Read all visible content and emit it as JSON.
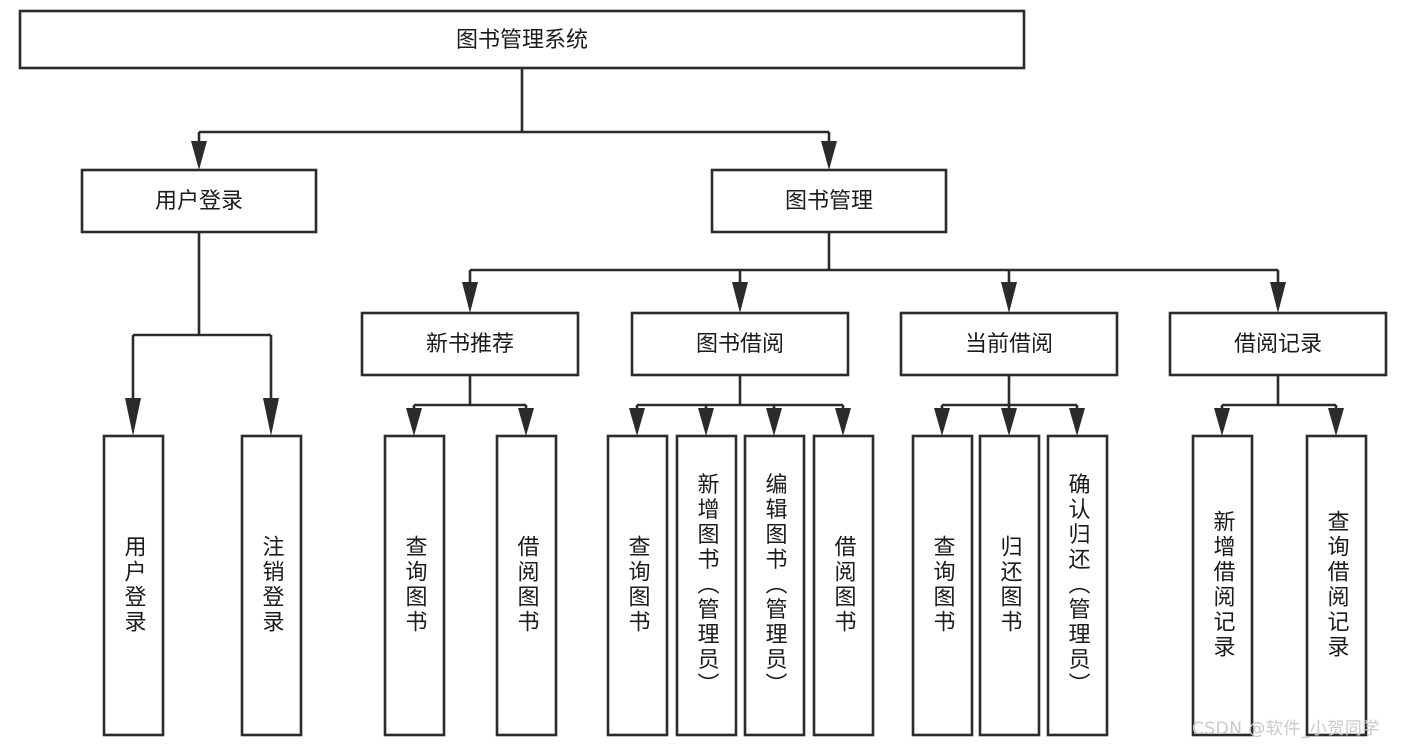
{
  "diagram": {
    "title": "图书管理系统",
    "type": "tree-hierarchy-chart",
    "root": {
      "label": "图书管理系统"
    },
    "level2": [
      {
        "label": "用户登录"
      },
      {
        "label": "图书管理"
      }
    ],
    "level3": [
      {
        "label": "新书推荐"
      },
      {
        "label": "图书借阅"
      },
      {
        "label": "当前借阅"
      },
      {
        "label": "借阅记录"
      }
    ],
    "leaves": {
      "user_login": [
        {
          "label": "用户登录"
        },
        {
          "label": "注销登录"
        }
      ],
      "new_book_recommend": [
        {
          "label": "查询图书"
        },
        {
          "label": "借阅图书"
        }
      ],
      "book_borrow": [
        {
          "label": "查询图书"
        },
        {
          "label": "新增图书（管理员）"
        },
        {
          "label": "编辑图书（管理员）"
        },
        {
          "label": "借阅图书"
        }
      ],
      "current_borrow": [
        {
          "label": "查询图书"
        },
        {
          "label": "归还图书"
        },
        {
          "label": "确认归还（管理员）"
        }
      ],
      "borrow_record": [
        {
          "label": "新增借阅记录"
        },
        {
          "label": "查询借阅记录"
        }
      ]
    }
  },
  "watermark": {
    "text": "CSDN @软件_小贺同学"
  },
  "colors": {
    "stroke": "#2b2b2b",
    "fill": "#ffffff",
    "text": "#1b1b1b",
    "watermark": "#c9c9c9",
    "background": "#ffffff"
  }
}
